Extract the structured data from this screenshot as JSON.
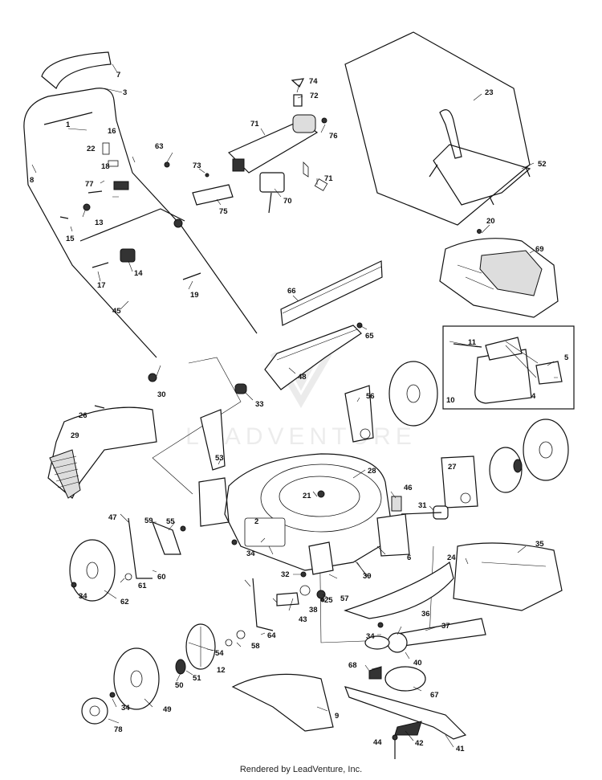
{
  "watermark": "LEADVENTURE",
  "credit": "Rendered by LeadVenture, Inc.",
  "labels": [
    "1",
    "2",
    "3",
    "4",
    "5",
    "6",
    "7",
    "8",
    "9",
    "10",
    "11",
    "12",
    "13",
    "14",
    "15",
    "16",
    "17",
    "18",
    "19",
    "20",
    "21",
    "22",
    "23",
    "24",
    "25",
    "26",
    "27",
    "28",
    "29",
    "30",
    "31",
    "32",
    "33",
    "34",
    "35",
    "36",
    "37",
    "38",
    "39",
    "40",
    "41",
    "42",
    "43",
    "44",
    "45",
    "46",
    "47",
    "48",
    "49",
    "50",
    "51",
    "52",
    "53",
    "54",
    "55",
    "56",
    "57",
    "58",
    "59",
    "60",
    "61",
    "62",
    "63",
    "64",
    "65",
    "66",
    "67",
    "68",
    "69",
    "70",
    "71",
    "72",
    "73",
    "74",
    "75",
    "76",
    "77",
    "78"
  ]
}
